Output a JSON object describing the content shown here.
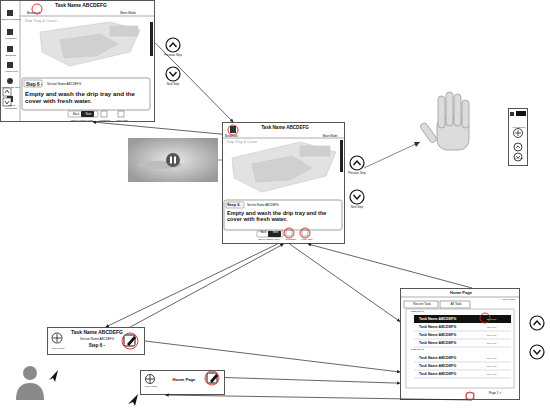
{
  "diagram": {
    "nodes": [
      {
        "text": [
          "Task Name ABCDEFG",
          "Bookmark",
          "Move Mode",
          "Drip Tray & Cover",
          "Step 6 -",
          "Section Name ABCDEFG",
          "Empty and wash the drip tray and the cover with fresh water.",
          "Back",
          "Next",
          "Object / Display Mode",
          "Workspace",
          "Home Page",
          "Object Recognition",
          "Workspace",
          "Bookmark",
          "Anchor Point",
          "Restore The Step",
          "Instruct Recognition"
        ]
      },
      {
        "text": [
          "Previous Step",
          "Next Step"
        ]
      },
      {
        "text": [
          "Task Name ABCDEFG",
          "Bookmark",
          "Move Mode",
          "Drip Tray & Cover",
          "Step 6 -",
          "Section Name ABCDEFG",
          "Empty and wash the drip tray and the cover with fresh water.",
          "Back",
          "Next",
          "Object / Display Mode",
          "Workspace",
          "Home Page"
        ]
      },
      {
        "text": [
          "Home Page",
          "Move Mode",
          "Recent Task",
          "All Task",
          "2023-05-01",
          "Task Name ABCDEFG",
          "Step 6/10",
          "Task Name ABCDEFG",
          "Step 6/10",
          "Task Name ABCDEFG",
          "Step 6/10",
          "Task Name ABCDEFG",
          "Step 6/10",
          "2023-05-02",
          "Task Name ABCDEFG",
          "Step 6/10",
          "Task Name ABCDEFG",
          "Step 6/10",
          "Task Name ABCDEFG",
          "Step 6/10",
          "Page 1 >"
        ]
      },
      {
        "text": [
          "Task Name ABCDEFG",
          "Section Name ABCDEFG",
          "Step 6 -",
          "Move Mode"
        ]
      },
      {
        "text": [
          "Home Page",
          "Move Mode"
        ]
      }
    ],
    "edges": [
      {
        "from": 0,
        "to": 2,
        "arrow": "to"
      },
      {
        "from": 2,
        "to": 0,
        "arrow": "to"
      },
      {
        "from": 3,
        "to": 2,
        "arrow": "to"
      },
      {
        "from": 2,
        "to": 3,
        "arrow": "to"
      },
      {
        "from": 4,
        "to": 2,
        "arrow": "to"
      },
      {
        "from": 2,
        "to": 4,
        "arrow": "to"
      },
      {
        "from": 5,
        "to": 3,
        "arrow": "to"
      },
      {
        "from": 3,
        "to": 5,
        "arrow": "to"
      },
      {
        "from": 4,
        "to": 3,
        "arrow": "to"
      }
    ],
    "labels": [
      "Previous Step",
      "Next Step",
      "Previous Step",
      "Next Step"
    ]
  }
}
